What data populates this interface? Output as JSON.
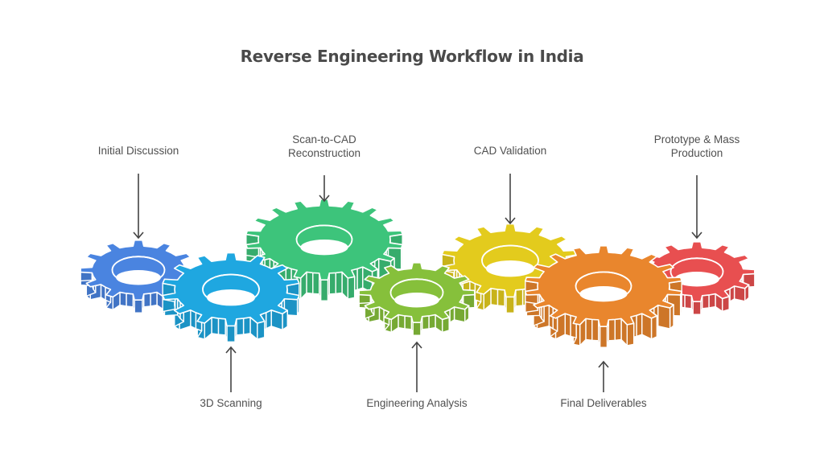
{
  "title": "Reverse Engineering Workflow in India",
  "steps": [
    {
      "id": "initial-discussion",
      "label": [
        "Initial Discussion"
      ],
      "label_position": "top",
      "color": "#4a84e0",
      "teeth": 12
    },
    {
      "id": "3d-scanning",
      "label": [
        "3D Scanning"
      ],
      "label_position": "bottom",
      "color": "#1fa7e0",
      "teeth": 14
    },
    {
      "id": "scan-to-cad",
      "label": [
        "Scan-to-CAD",
        "Reconstruction"
      ],
      "label_position": "top",
      "color": "#3dc47b",
      "teeth": 18
    },
    {
      "id": "engineering-analysis",
      "label": [
        "Engineering Analysis"
      ],
      "label_position": "bottom",
      "color": "#86c03b",
      "teeth": 12
    },
    {
      "id": "cad-validation",
      "label": [
        "CAD Validation"
      ],
      "label_position": "top",
      "color": "#e3cb1d",
      "teeth": 14
    },
    {
      "id": "final-deliverables",
      "label": [
        "Final Deliverables"
      ],
      "label_position": "bottom",
      "color": "#e9862d",
      "teeth": 18
    },
    {
      "id": "prototype-mass-production",
      "label": [
        "Prototype & Mass",
        "Production"
      ],
      "label_position": "top",
      "color": "#e84f50",
      "teeth": 12
    }
  ],
  "colors": {
    "text": "#505050",
    "arrow": "#444444",
    "background": "#ffffff"
  },
  "icons": {
    "gear": "gear-icon",
    "arrow_down": "arrow-down-icon",
    "arrow_up": "arrow-up-icon"
  }
}
